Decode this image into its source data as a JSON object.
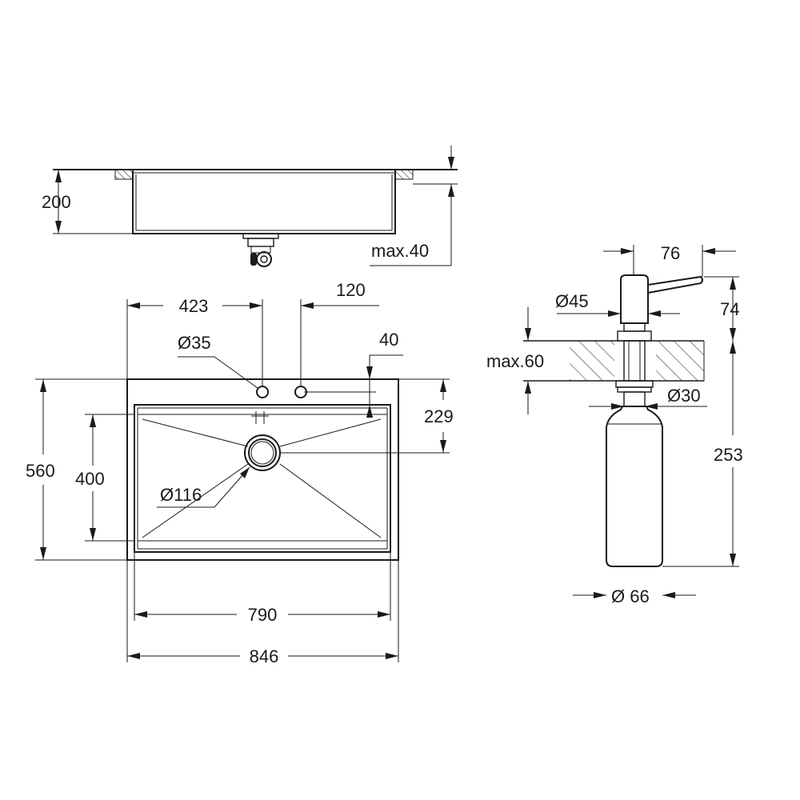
{
  "side_view": {
    "height_label": "200",
    "max_thickness_label": "max.40"
  },
  "top_view": {
    "overall_width_label": "846",
    "inner_width_label": "790",
    "overall_depth_label": "560",
    "inner_depth_label": "400",
    "tap_hole_offset_label": "423",
    "dispenser_hole_offset_label": "120",
    "tap_hole_diameter_label": "Ø35",
    "back_rim_label": "40",
    "drain_offset_label": "229",
    "drain_diameter_label": "Ø116"
  },
  "dispenser": {
    "spout_reach_label": "76",
    "head_diameter_label": "Ø45",
    "head_height_label": "74",
    "max_counter_label": "max.60",
    "shank_diameter_label": "Ø30",
    "below_counter_label": "253",
    "bottle_diameter_label": "Ø 66"
  }
}
